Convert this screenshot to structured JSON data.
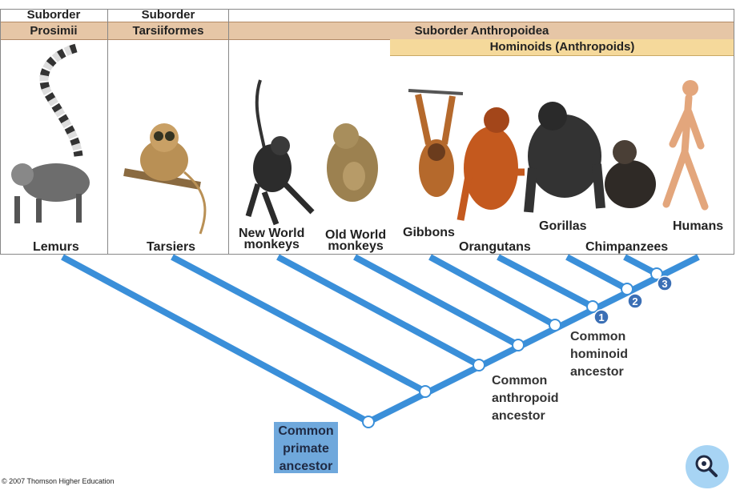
{
  "header": {
    "col1": {
      "top": "Suborder",
      "band": "Prosimii"
    },
    "col2": {
      "top": "Suborder",
      "band": "Tarsiiformes"
    },
    "col3": {
      "band": "Suborder Anthropoidea"
    },
    "hominoid_band": "Hominoids (Anthropoids)"
  },
  "taxa": [
    {
      "id": "lemurs",
      "line1": "Lemurs",
      "line2": ""
    },
    {
      "id": "tarsiers",
      "line1": "Tarsiers",
      "line2": ""
    },
    {
      "id": "new-world",
      "line1": "New World",
      "line2": "monkeys"
    },
    {
      "id": "old-world",
      "line1": "Old World",
      "line2": "monkeys"
    },
    {
      "id": "gibbons",
      "line1": "Gibbons",
      "line2": ""
    },
    {
      "id": "orangutans",
      "line1": "Orangutans",
      "line2": ""
    },
    {
      "id": "gorillas",
      "line1": "Gorillas",
      "line2": ""
    },
    {
      "id": "chimpanzees",
      "line1": "Chimpanzees",
      "line2": ""
    },
    {
      "id": "humans",
      "line1": "Humans",
      "line2": ""
    }
  ],
  "nodes": {
    "primate": {
      "line1": "Common",
      "line2": "primate",
      "line3": "ancestor"
    },
    "anthropoid": {
      "line1": "Common",
      "line2": "anthropoid",
      "line3": "ancestor"
    },
    "hominoid": {
      "line1": "Common",
      "line2": "hominoid",
      "line3": "ancestor"
    },
    "markers": [
      "1",
      "2",
      "3"
    ]
  },
  "colors": {
    "branch": "#3a8fd9",
    "node_fill": "#ffffff",
    "marker_fill": "#3b6fb5",
    "band": "#e6c6a6",
    "hominoid_band": "#f5d99b",
    "primate_box": "#6fa8dc"
  },
  "footer": {
    "copyright": "© 2007 Thomson Higher Education"
  },
  "controls": {
    "zoom_icon": "magnifier-icon"
  }
}
